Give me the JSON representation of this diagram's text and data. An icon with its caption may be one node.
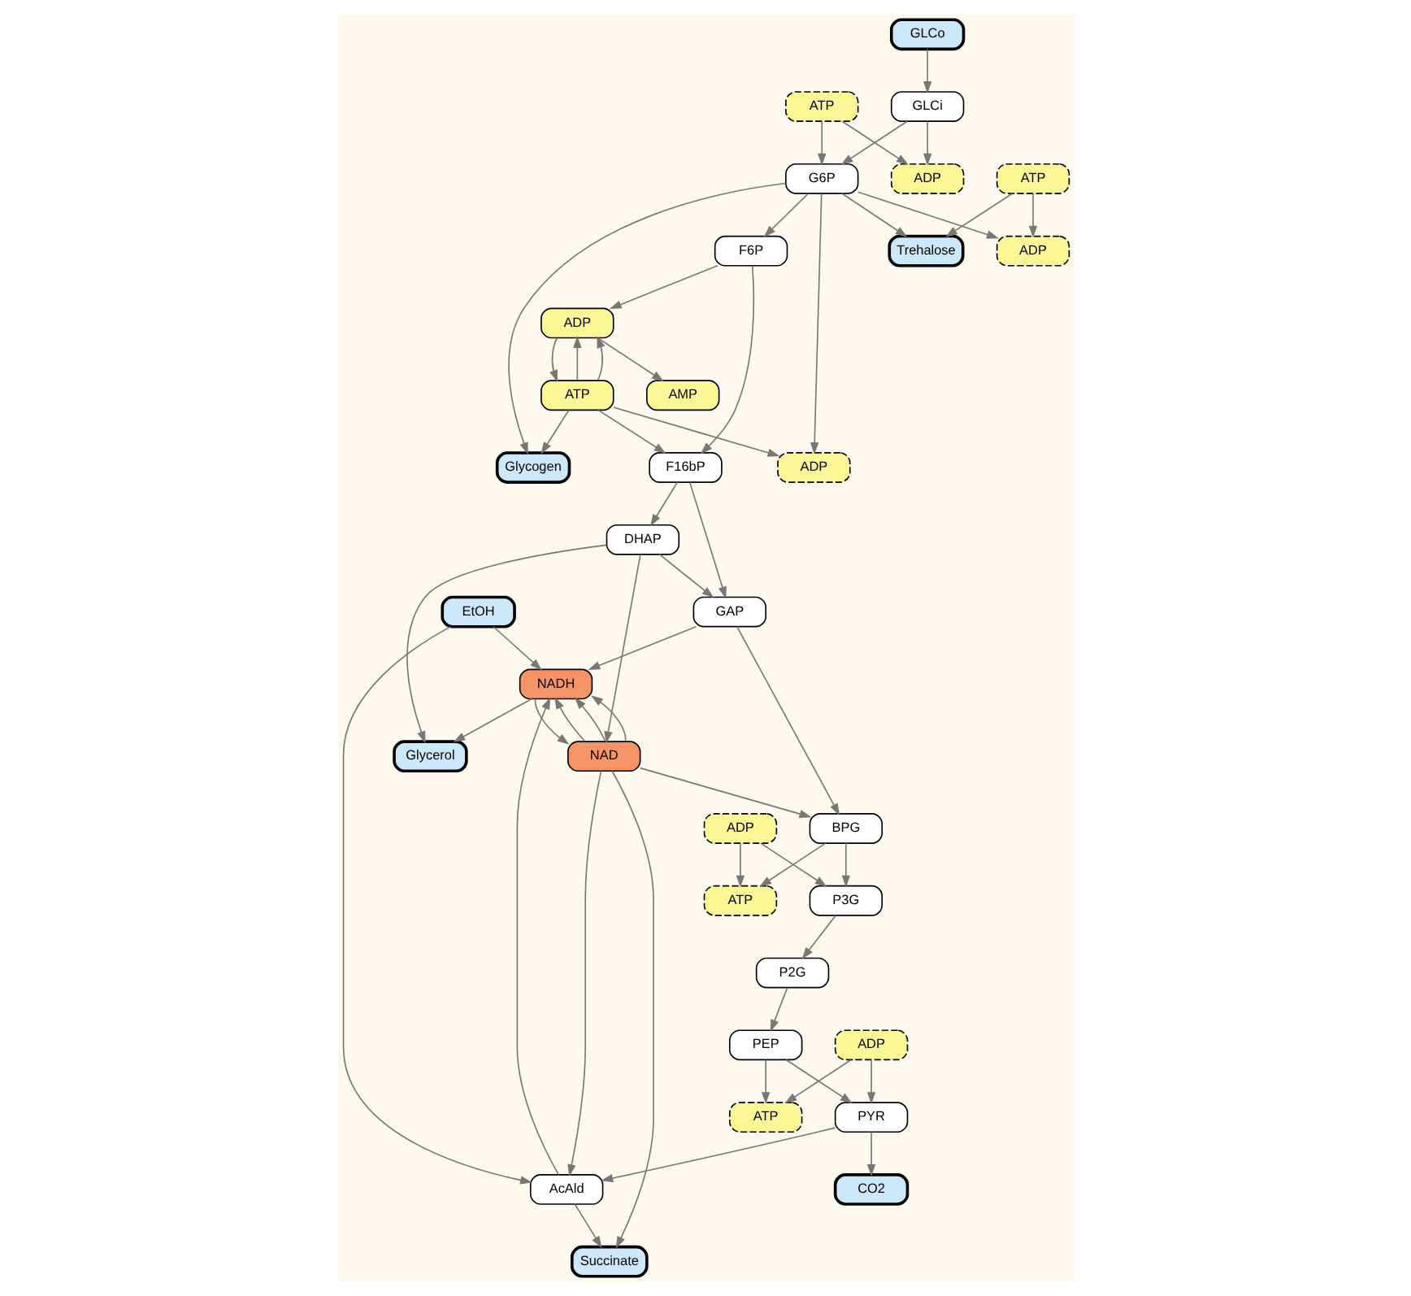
{
  "diagram": {
    "nodes": [
      {
        "text": [
          "GLCi"
        ]
      },
      {
        "text": [
          "GLCo"
        ]
      },
      {
        "text": [
          "ATP"
        ]
      },
      {
        "text": [
          "Glycogen"
        ]
      },
      {
        "text": [
          "ADP"
        ]
      },
      {
        "text": [
          "ADP"
        ]
      },
      {
        "text": [
          "G6P"
        ]
      },
      {
        "text": [
          "ATP"
        ]
      },
      {
        "text": [
          "F6P"
        ]
      },
      {
        "text": [
          "ATP"
        ]
      },
      {
        "text": [
          "ADP"
        ]
      },
      {
        "text": [
          "AMP"
        ]
      },
      {
        "text": [
          "Trehalose"
        ]
      },
      {
        "text": [
          "ADP"
        ]
      },
      {
        "text": [
          "F16bP"
        ]
      },
      {
        "text": [
          "EtOH"
        ]
      },
      {
        "text": [
          "Succinate"
        ]
      },
      {
        "text": [
          "GAP"
        ]
      },
      {
        "text": [
          "DHAP"
        ]
      },
      {
        "text": [
          "NAD"
        ]
      },
      {
        "text": [
          "NADH"
        ]
      },
      {
        "text": [
          "BPG"
        ]
      },
      {
        "text": [
          "ADP"
        ]
      },
      {
        "text": [
          "Glycerol"
        ]
      },
      {
        "text": [
          "ATP"
        ]
      },
      {
        "text": [
          "P3G"
        ]
      },
      {
        "text": [
          "ATP"
        ]
      },
      {
        "text": [
          "ADP"
        ]
      },
      {
        "text": [
          "P2G"
        ]
      },
      {
        "text": [
          "CO2"
        ]
      },
      {
        "text": [
          "AcAld"
        ]
      },
      {
        "text": [
          "PYR"
        ]
      },
      {
        "text": [
          "PEP"
        ]
      }
    ],
    "edges": [
      {
        "from": 1,
        "to": 0,
        "arrow": "to"
      },
      {
        "from": 0,
        "to": 6,
        "arrow": "to"
      },
      {
        "from": 0,
        "to": 4,
        "arrow": "to"
      },
      {
        "from": 2,
        "to": 6,
        "arrow": "to"
      },
      {
        "from": 2,
        "to": 4,
        "arrow": "to"
      },
      {
        "from": 6,
        "to": 3,
        "arrow": "to"
      },
      {
        "from": 6,
        "to": 5,
        "arrow": "to"
      },
      {
        "from": 9,
        "to": 3,
        "arrow": "to"
      },
      {
        "from": 9,
        "to": 5,
        "arrow": "to"
      },
      {
        "from": 6,
        "to": 12,
        "arrow": "to"
      },
      {
        "from": 6,
        "to": 10,
        "arrow": "to"
      },
      {
        "from": 7,
        "to": 12,
        "arrow": "to"
      },
      {
        "from": 7,
        "to": 10,
        "arrow": "to"
      },
      {
        "from": 6,
        "to": 8,
        "arrow": "to"
      },
      {
        "from": 8,
        "to": 14,
        "arrow": "to"
      },
      {
        "from": 8,
        "to": 13,
        "arrow": "to"
      },
      {
        "from": 9,
        "to": 14,
        "arrow": "to"
      },
      {
        "from": 9,
        "to": 13,
        "arrow": "to"
      },
      {
        "from": 9,
        "to": 13,
        "arrow": "to"
      },
      {
        "from": 13,
        "to": 9,
        "arrow": "to"
      },
      {
        "from": 13,
        "to": 11,
        "arrow": "to"
      },
      {
        "from": 14,
        "to": 17,
        "arrow": "to"
      },
      {
        "from": 14,
        "to": 18,
        "arrow": "to"
      },
      {
        "from": 18,
        "to": 17,
        "arrow": "to"
      },
      {
        "from": 18,
        "to": 23,
        "arrow": "to"
      },
      {
        "from": 18,
        "to": 19,
        "arrow": "to"
      },
      {
        "from": 20,
        "to": 23,
        "arrow": "to"
      },
      {
        "from": 20,
        "to": 19,
        "arrow": "to"
      },
      {
        "from": 17,
        "to": 21,
        "arrow": "to"
      },
      {
        "from": 17,
        "to": 20,
        "arrow": "to"
      },
      {
        "from": 19,
        "to": 21,
        "arrow": "to"
      },
      {
        "from": 19,
        "to": 20,
        "arrow": "to"
      },
      {
        "from": 21,
        "to": 25,
        "arrow": "to"
      },
      {
        "from": 21,
        "to": 24,
        "arrow": "to"
      },
      {
        "from": 22,
        "to": 25,
        "arrow": "to"
      },
      {
        "from": 22,
        "to": 24,
        "arrow": "to"
      },
      {
        "from": 25,
        "to": 28,
        "arrow": "to"
      },
      {
        "from": 28,
        "to": 32,
        "arrow": "to"
      },
      {
        "from": 32,
        "to": 31,
        "arrow": "to"
      },
      {
        "from": 32,
        "to": 26,
        "arrow": "to"
      },
      {
        "from": 27,
        "to": 31,
        "arrow": "to"
      },
      {
        "from": 27,
        "to": 26,
        "arrow": "to"
      },
      {
        "from": 31,
        "to": 30,
        "arrow": "to"
      },
      {
        "from": 31,
        "to": 29,
        "arrow": "to"
      },
      {
        "from": 15,
        "to": 30,
        "arrow": "to"
      },
      {
        "from": 15,
        "to": 20,
        "arrow": "to"
      },
      {
        "from": 19,
        "to": 30,
        "arrow": "to"
      },
      {
        "from": 19,
        "to": 20,
        "arrow": "to"
      },
      {
        "from": 30,
        "to": 16,
        "arrow": "to"
      },
      {
        "from": 30,
        "to": 20,
        "arrow": "to"
      },
      {
        "from": 19,
        "to": 16,
        "arrow": "to"
      },
      {
        "from": 19,
        "to": 20,
        "arrow": "to"
      }
    ]
  }
}
